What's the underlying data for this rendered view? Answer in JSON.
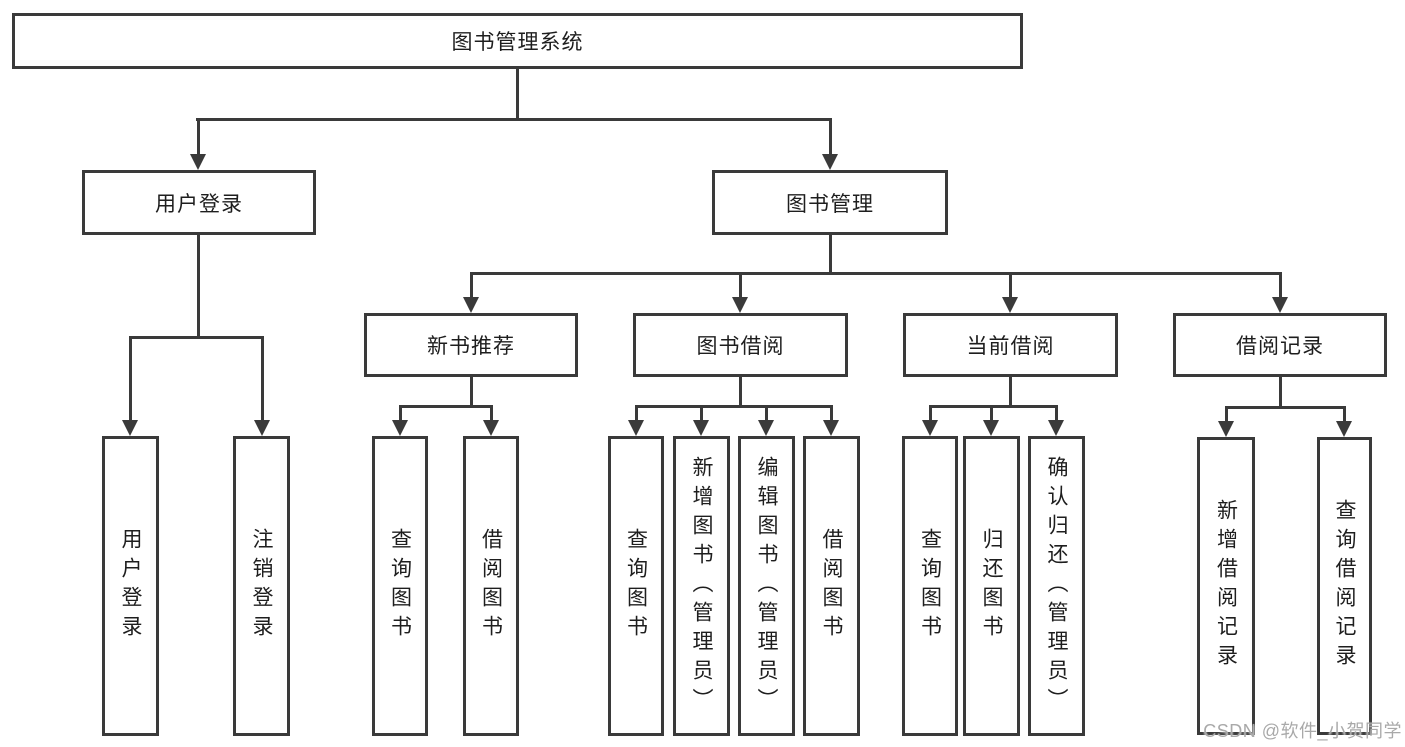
{
  "title": "图书管理系统",
  "watermark": "CSDN @软件_小贺同学",
  "colors": {
    "line": "#3a3a3a",
    "box_border": "#3a3a3a",
    "text": "#1e1e1e",
    "watermark": "#a9a9a9",
    "background": "#ffffff"
  },
  "tree": {
    "root": {
      "label": "图书管理系统"
    },
    "branches": [
      {
        "label": "用户登录",
        "children": [
          {
            "label": "用户登录"
          },
          {
            "label": "注销登录"
          }
        ]
      },
      {
        "label": "图书管理",
        "children": [
          {
            "label": "新书推荐",
            "children": [
              {
                "label": "查询图书"
              },
              {
                "label": "借阅图书"
              }
            ]
          },
          {
            "label": "图书借阅",
            "children": [
              {
                "label": "查询图书"
              },
              {
                "label": "新增图书（管理员）"
              },
              {
                "label": "编辑图书（管理员）"
              },
              {
                "label": "借阅图书"
              }
            ]
          },
          {
            "label": "当前借阅",
            "children": [
              {
                "label": "查询图书"
              },
              {
                "label": "归还图书"
              },
              {
                "label": "确认归还（管理员）"
              }
            ]
          },
          {
            "label": "借阅记录",
            "children": [
              {
                "label": "新增借阅记录"
              },
              {
                "label": "查询借阅记录"
              }
            ]
          }
        ]
      }
    ]
  }
}
